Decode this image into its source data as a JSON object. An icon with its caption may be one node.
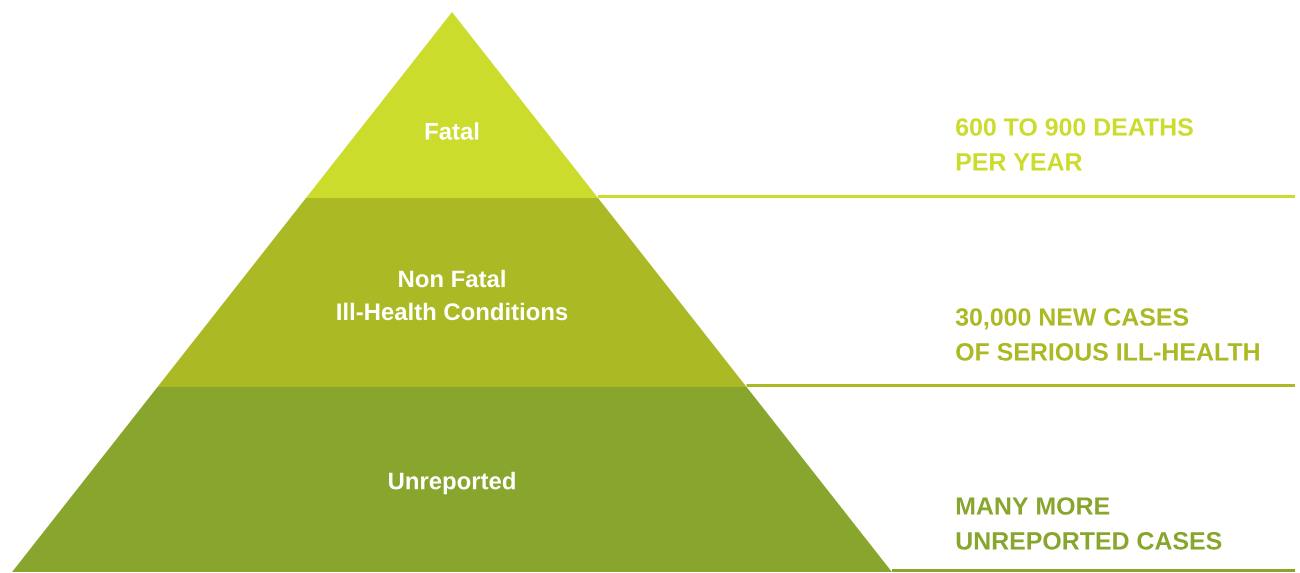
{
  "diagram": {
    "nodes": [
      {
        "text": [
          "Fatal"
        ]
      },
      {
        "text": [
          "Non Fatal Ill-Health Conditions"
        ]
      },
      {
        "text": [
          "Unreported"
        ]
      }
    ],
    "labels": [
      "600 TO 900 DEATHS PER YEAR",
      "30,000 NEW CASES OF SERIOUS ILL-HEALTH",
      "MANY MORE UNREPORTED CASES"
    ]
  }
}
